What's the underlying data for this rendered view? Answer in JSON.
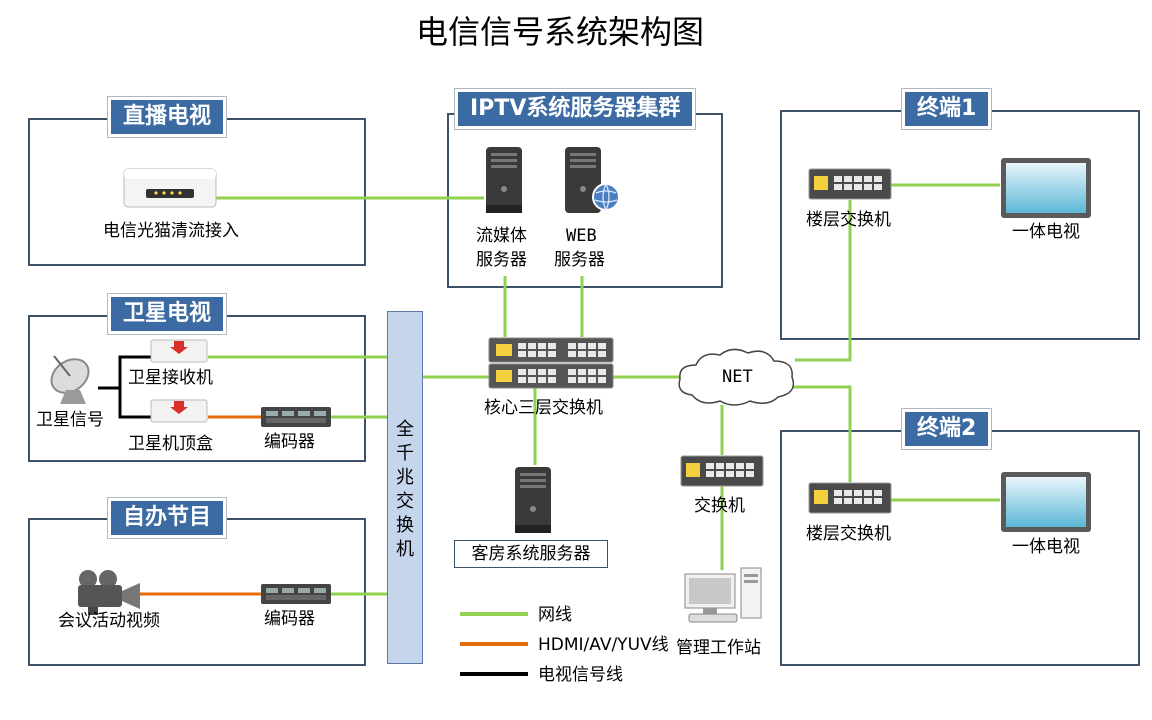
{
  "title": "电信信号系统架构图",
  "groups": {
    "live_tv": "直播电视",
    "iptv": "IPTV系统服务器集群",
    "satellite": "卫星电视",
    "self_program": "自办节目",
    "terminal1": "终端1",
    "terminal2": "终端2"
  },
  "labels": {
    "optical_modem": "电信光猫清流接入",
    "streaming_server_l1": "流媒体",
    "streaming_server_l2": "服务器",
    "web_server_l1": "WEB",
    "web_server_l2": "服务器",
    "satellite_receiver": "卫星接收机",
    "satellite_signal": "卫星信号",
    "satellite_stb": "卫星机顶盒",
    "encoder_sat": "编码器",
    "backbone": [
      "全",
      "千",
      "兆",
      "交",
      "换",
      "机"
    ],
    "core_switch": "核心三层交换机",
    "guest_server": "客房系统服务器",
    "net": "NET",
    "switch": "交换机",
    "workstation": "管理工作站",
    "floor_switch_1": "楼层交换机",
    "tv_1": "一体电视",
    "floor_switch_2": "楼层交换机",
    "tv_2": "一体电视",
    "meeting_video": "会议活动视频",
    "encoder_self": "编码器"
  },
  "legend": [
    {
      "label": "网线",
      "color": "#92d050"
    },
    {
      "label": "HDMI/AV/YUV线",
      "color": "#e46c0a"
    },
    {
      "label": "电视信号线",
      "color": "#000000"
    }
  ],
  "colors": {
    "network": "#92d050",
    "hdmi": "#e46c0a",
    "tv_signal": "#000000",
    "group_title_bg": "#3c6aa3",
    "backbone_fill": "#c5d5ec"
  },
  "icons": [
    "optical-modem-icon",
    "server-icon",
    "globe-icon",
    "satellite-dish-icon",
    "receiver-icon",
    "encoder-icon",
    "core-switch-icon",
    "cloud-icon",
    "switch-icon",
    "workstation-icon",
    "tv-icon",
    "camera-icon"
  ]
}
